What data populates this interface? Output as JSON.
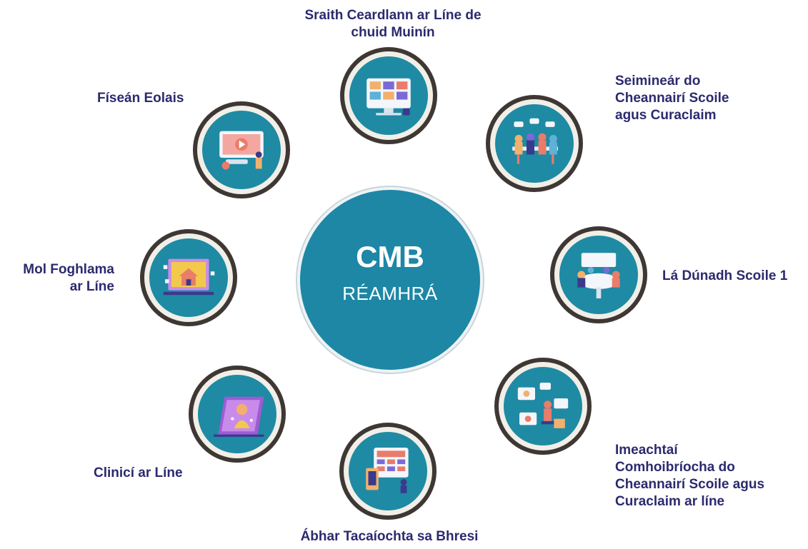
{
  "center": {
    "title": "CMB",
    "subtitle": "RÉAMHRÁ"
  },
  "nodes": {
    "top": {
      "label_line1": "Sraith Ceardlann ar Líne de",
      "label_line2": "chuid Muinín",
      "icon": "video-conference-icon"
    },
    "top_right": {
      "label_line1": "Seimineár do",
      "label_line2": "Cheannairí Scoile",
      "label_line3": "agus Curaclaim",
      "icon": "seminar-meeting-icon"
    },
    "right": {
      "label": "Lá Dúnadh Scoile 1",
      "icon": "round-table-icon"
    },
    "bottom_right": {
      "label_line1": "Imeachtaí",
      "label_line2": "Comhoibríocha do",
      "label_line3": "Cheannairí Scoile agus",
      "label_line4": "Curaclaim ar líne",
      "icon": "online-collaboration-icon"
    },
    "bottom": {
      "label": "Ábhar Tacaíochta sa Bhresi",
      "icon": "support-material-icon"
    },
    "bottom_left": {
      "label": "Clinicí ar Líne",
      "icon": "online-clinic-icon"
    },
    "left": {
      "label_line1": "Mol Foghlama",
      "label_line2": "ar Líne",
      "icon": "learning-hub-icon"
    },
    "top_left": {
      "label": "Físeán Eolais",
      "icon": "video-player-icon"
    }
  },
  "colors": {
    "center_fill": "#1d87a5",
    "node_fill": "#1f8aa3",
    "node_ring": "#3e3733",
    "label_text": "#2b2a6e"
  }
}
